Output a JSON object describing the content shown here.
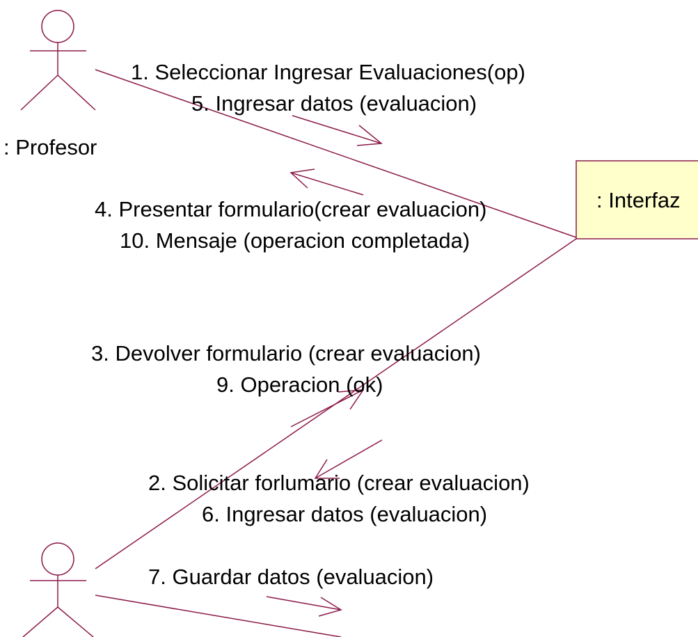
{
  "colors": {
    "line": "#8b1a4a",
    "object_fill": "#ffffcc",
    "object_border": "#8b1a4a",
    "text": "#000000"
  },
  "actors": {
    "profesor": {
      "label": ": Profesor"
    },
    "bottom": {
      "label": ""
    }
  },
  "objects": {
    "interfaz": {
      "label": ": Interfaz"
    }
  },
  "messages": {
    "group1": [
      "1. Seleccionar Ingresar Evaluaciones(op)",
      "5. Ingresar datos (evaluacion)"
    ],
    "group2": [
      "4. Presentar formulario(crear evaluacion)",
      "10. Mensaje (operacion completada)"
    ],
    "group3": [
      "3. Devolver formulario (crear evaluacion)",
      "9. Operacion (ok)"
    ],
    "group4": [
      "2. Solicitar forlumario (crear evaluacion)",
      "6. Ingresar datos (evaluacion)"
    ],
    "group5": [
      "7. Guardar datos (evaluacion)"
    ]
  }
}
